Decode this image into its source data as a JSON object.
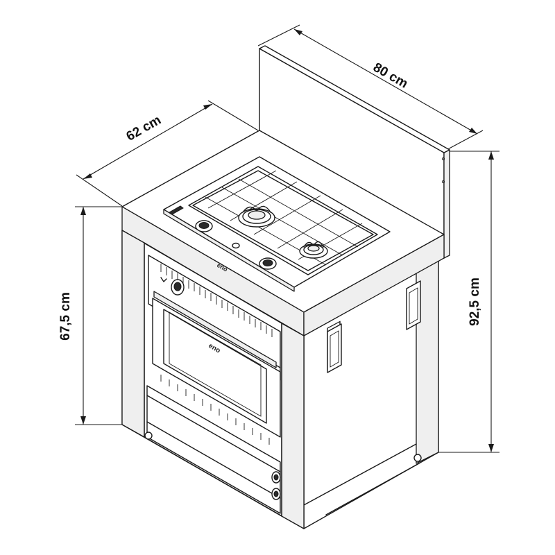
{
  "dimensions": {
    "width": "80 cm",
    "depth": "62 cm",
    "counter_height": "67,5 cm",
    "total_height": "92,5 cm"
  },
  "brand": {
    "hob_logo": "eno",
    "oven_logo": "eno"
  }
}
